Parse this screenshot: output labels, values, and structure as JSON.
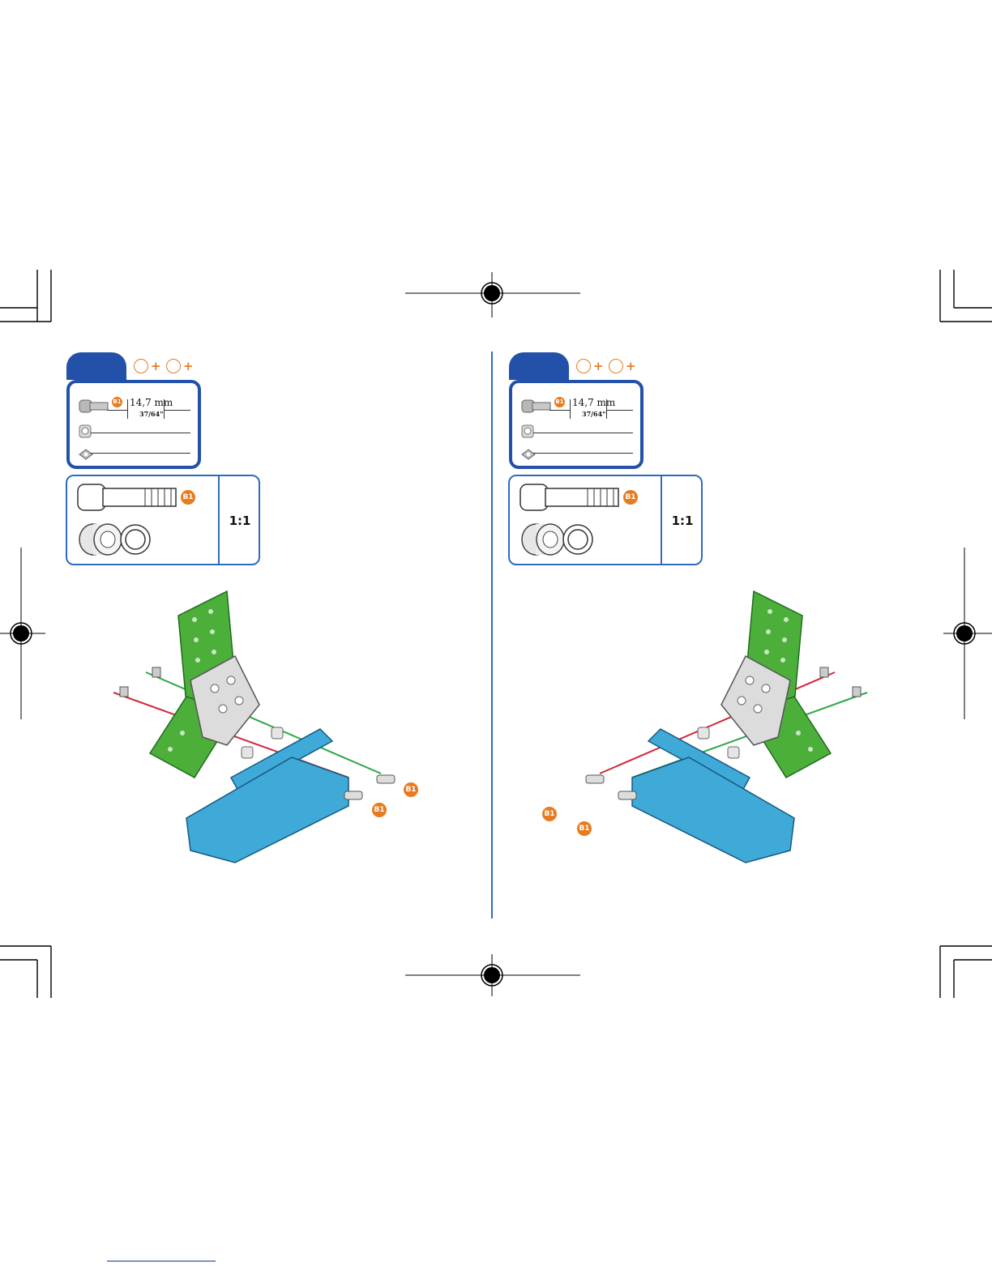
{
  "pages": [
    {
      "side": "left",
      "step_number": "",
      "parts": {
        "screw_badge": "B1",
        "length_mm": "14,7 mm",
        "length_in": "37/64\""
      },
      "scale": {
        "badge": "B1",
        "label": "1:1"
      },
      "callouts": [
        "B1",
        "B1"
      ]
    },
    {
      "side": "right",
      "step_number": "",
      "parts": {
        "screw_badge": "B1",
        "length_mm": "14,7 mm",
        "length_in": "37/64\""
      },
      "scale": {
        "badge": "B1",
        "label": "1:1"
      },
      "callouts": [
        "B1",
        "B1"
      ]
    }
  ],
  "colors": {
    "step_tab": "#2350a8",
    "accent_orange": "#e87b1f",
    "green_plate": "#4caf3a",
    "blue_base": "#3fa9d8",
    "axis_red": "#d0283c",
    "axis_green": "#2aa64a",
    "center_rule": "#2f6cc0"
  }
}
